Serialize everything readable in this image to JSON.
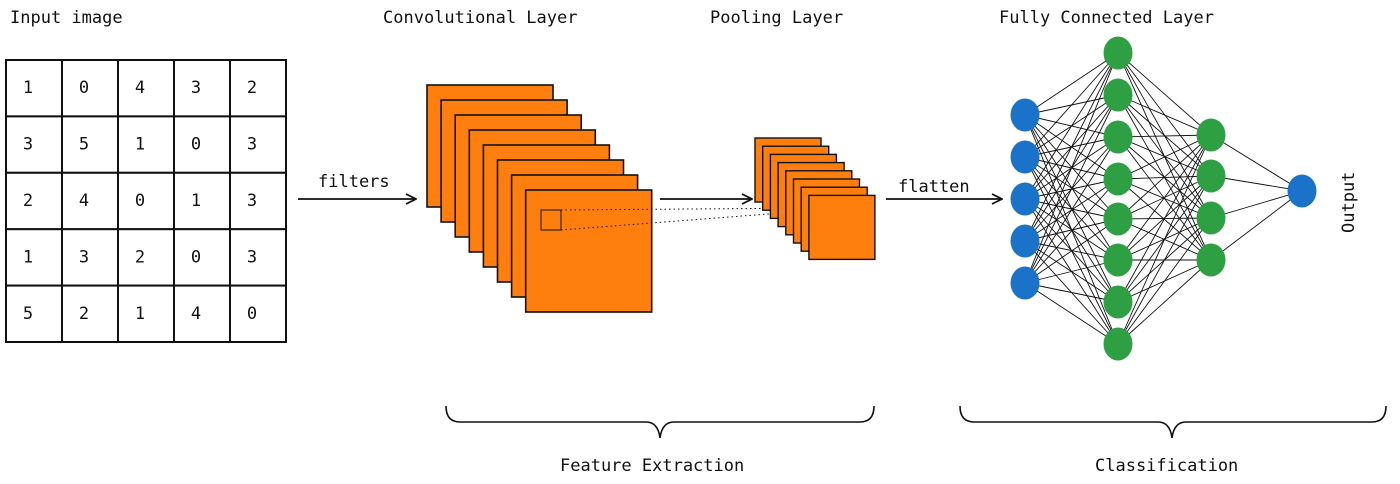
{
  "labels": {
    "input_image": "Input image",
    "conv_layer": "Convolutional Layer",
    "pooling_layer": "Pooling Layer",
    "fc_layer": "Fully Connected Layer",
    "filters": "filters",
    "flatten": "flatten",
    "output": "Output",
    "feature_extraction": "Feature Extraction",
    "classification": "Classification"
  },
  "input_matrix": [
    [
      1,
      0,
      4,
      3,
      2
    ],
    [
      3,
      5,
      1,
      0,
      3
    ],
    [
      2,
      4,
      0,
      1,
      3
    ],
    [
      1,
      3,
      2,
      0,
      3
    ],
    [
      5,
      2,
      1,
      4,
      0
    ]
  ],
  "network": {
    "layer_sizes": [
      5,
      8,
      4,
      1
    ],
    "layer_colors": [
      "#1a73c9",
      "#2ea043",
      "#2ea043",
      "#1a73c9"
    ]
  },
  "colors": {
    "feature_map": "#ff7f0e",
    "stroke": "#111111"
  }
}
